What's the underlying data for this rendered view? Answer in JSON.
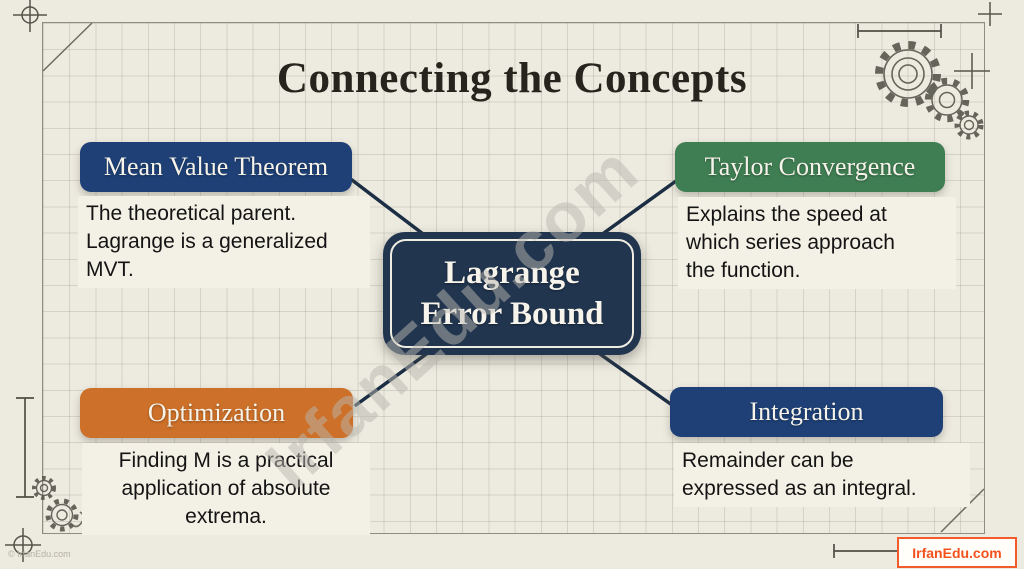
{
  "title": "Connecting the Concepts",
  "center_node": {
    "line1": "Lagrange",
    "line2": "Error Bound"
  },
  "nodes": [
    {
      "id": "mean-value-theorem",
      "label": "Mean Value Theorem",
      "desc_lines": [
        "The theoretical parent.",
        "Lagrange is a generalized",
        "MVT."
      ]
    },
    {
      "id": "taylor-convergence",
      "label": "Taylor Convergence",
      "desc_lines": [
        "Explains the speed at",
        "which series approach",
        "the function."
      ]
    },
    {
      "id": "optimization",
      "label": "Optimization",
      "desc_lines": [
        "Finding M is a practical",
        "application of absolute",
        "extrema."
      ]
    },
    {
      "id": "integration",
      "label": "Integration",
      "desc_lines": [
        "Remainder can be",
        "expressed as an integral."
      ]
    }
  ],
  "watermark_text": "IrfanEdu.com",
  "footer": {
    "copyright": "© IrfanEdu.com",
    "badge": "IrfanEdu.com"
  },
  "colors": {
    "navy_node": "#1e4076",
    "green_node": "#3f7e53",
    "orange_node": "#cd7029",
    "center_node": "#21354f",
    "accent_orange": "#f4511e",
    "paper": "#edeadf",
    "connector": "#1c2e44"
  },
  "icons": [
    "gear-icon",
    "crosshair-icon",
    "plus-mark-icon",
    "measure-line-icon",
    "corner-diagonal-icon"
  ]
}
